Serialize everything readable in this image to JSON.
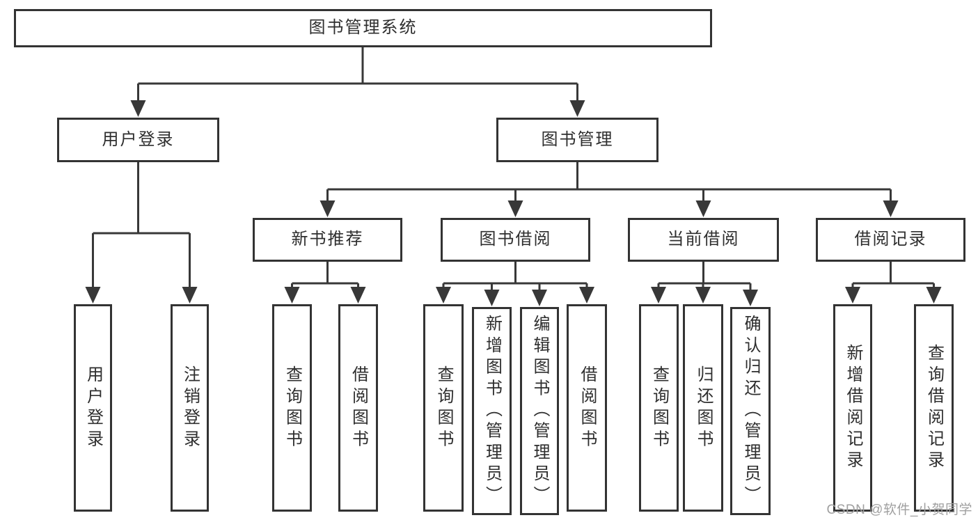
{
  "colors": {
    "line": "#383838",
    "box_border": "#333333",
    "text": "#2e2e2e",
    "background": "#ffffff",
    "watermark": "#a0a0a0"
  },
  "root": {
    "label": "图书管理系统"
  },
  "branches": [
    {
      "label": "用户登录",
      "children": [
        {
          "label": "用户登录"
        },
        {
          "label": "注销登录"
        }
      ]
    },
    {
      "label": "图书管理",
      "children": [
        {
          "label": "新书推荐",
          "children": [
            {
              "label": "查询图书"
            },
            {
              "label": "借阅图书"
            }
          ]
        },
        {
          "label": "图书借阅",
          "children": [
            {
              "label": "查询图书"
            },
            {
              "label": "新增图书（管理员）"
            },
            {
              "label": "编辑图书（管理员）"
            },
            {
              "label": "借阅图书"
            }
          ]
        },
        {
          "label": "当前借阅",
          "children": [
            {
              "label": "查询图书"
            },
            {
              "label": "归还图书"
            },
            {
              "label": "确认归还（管理员）"
            }
          ]
        },
        {
          "label": "借阅记录",
          "children": [
            {
              "label": "新增借阅记录"
            },
            {
              "label": "查询借阅记录"
            }
          ]
        }
      ]
    }
  ],
  "watermark": {
    "text": "CSDN @软件_小贺同学"
  }
}
